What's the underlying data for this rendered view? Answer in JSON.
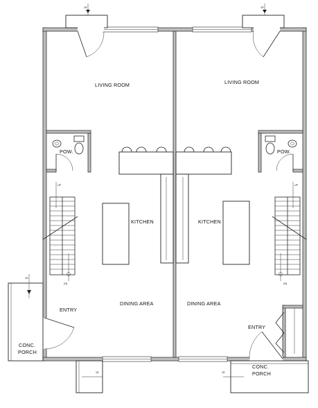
{
  "rooms": {
    "living_left": "LIVING ROOM",
    "living_right": "LIVING ROOM",
    "pow_left": "POW.",
    "pow_right": "POW.",
    "kitchen_left": "KITCHEN",
    "kitchen_right": "KITCHEN",
    "entry_left": "ENTRY",
    "entry_right": "ENTRY",
    "dining_left": "DINING AREA",
    "dining_right": "DINING AREA",
    "porch_left_1": "CONC.",
    "porch_left_2": "PORCH",
    "porch_right_1": "CONC.",
    "porch_right_2": "PORCH"
  },
  "colors": {
    "wall_fill": "#bdbdbd",
    "line": "#222222",
    "background": "#ffffff"
  }
}
